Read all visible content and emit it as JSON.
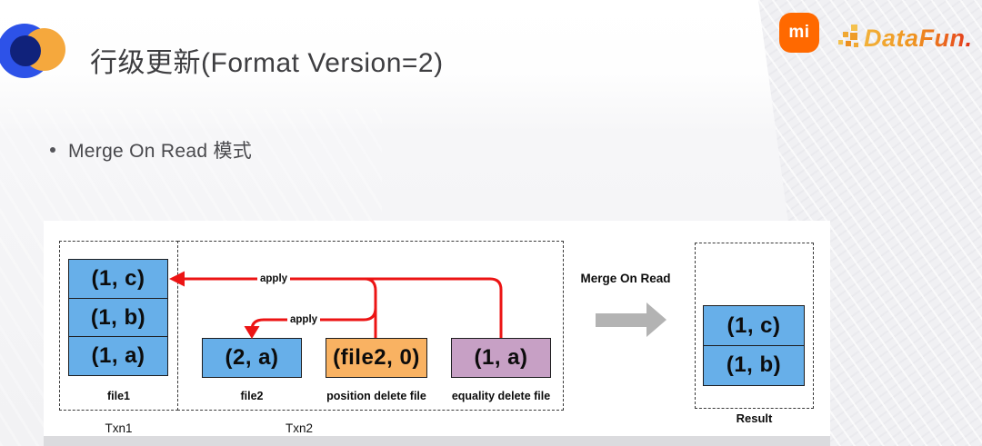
{
  "header": {
    "title": "行级更新(Format Version=2)"
  },
  "logos": {
    "xiaomi_text": "mi",
    "datafun_text": "DataFun."
  },
  "bullet": {
    "text": "Merge On Read 模式"
  },
  "diagram": {
    "txn1": {
      "label": "Txn1",
      "file1": {
        "label": "file1",
        "rows": [
          "(1, c)",
          "(1, b)",
          "(1, a)"
        ]
      }
    },
    "txn2": {
      "label": "Txn2",
      "file2": {
        "label": "file2",
        "rows": [
          "(2, a)"
        ]
      },
      "position_delete": {
        "label": "position delete file",
        "rows": [
          "(file2, 0)"
        ]
      },
      "equality_delete": {
        "label": "equality delete file",
        "rows": [
          "(1, a)"
        ]
      }
    },
    "apply_label_1": "apply",
    "apply_label_2": "apply",
    "merge_label": "Merge On Read",
    "result": {
      "label": "Result",
      "rows": [
        "(1, c)",
        "(1, b)"
      ]
    }
  },
  "colors": {
    "data_file_blue": "#67afe9",
    "position_delete_orange": "#f9b262",
    "equality_delete_purple": "#c7a0c5",
    "apply_arrow_red": "#ec1414",
    "merge_arrow_gray": "#b3b3b3",
    "xiaomi_orange": "#ff6900",
    "brand_blue": "#2d52e8",
    "brand_orange": "#f5a83d",
    "brand_navy": "#10227b"
  }
}
